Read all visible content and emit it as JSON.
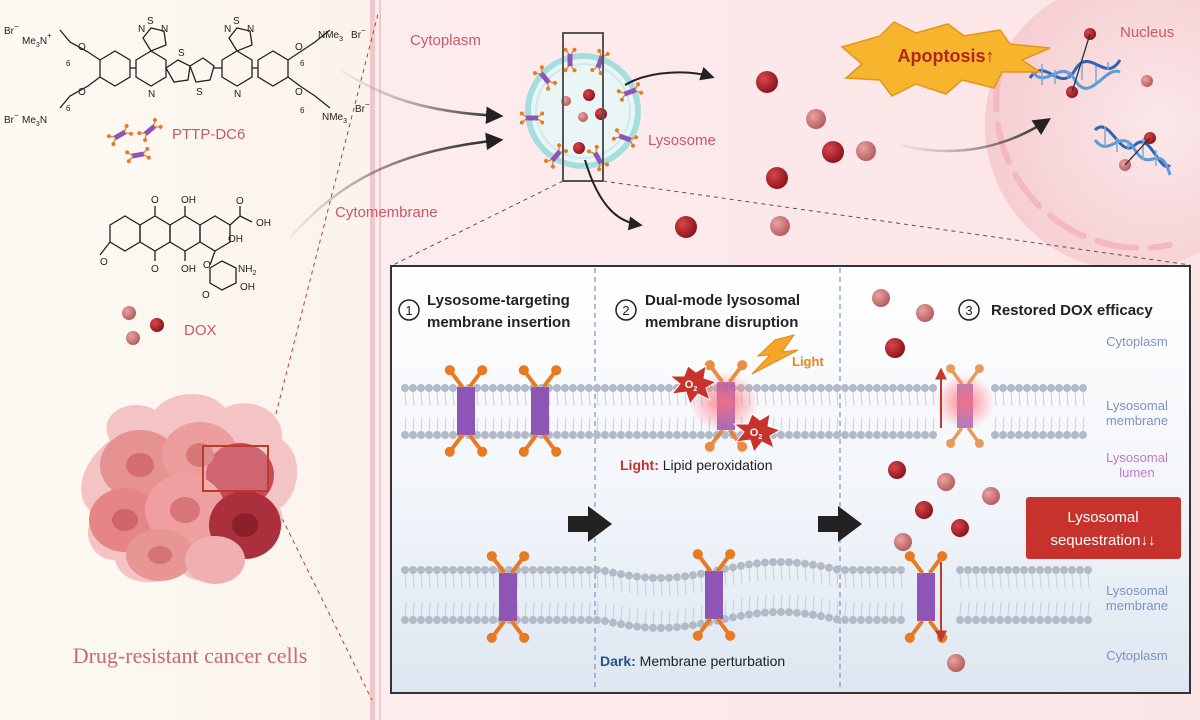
{
  "labels": {
    "cytoplasm": "Cytoplasm",
    "nucleus": "Nucleus",
    "apoptosis": "Apoptosis↑",
    "lysosome": "Lysosome",
    "cytomembrane": "Cytomembrane",
    "pttp": "PTTP-DC6",
    "dox": "DOX",
    "cells": "Drug-resistant cancer cells"
  },
  "panel": {
    "steps": [
      {
        "num": "1",
        "line1": "Lysosome-targeting",
        "line2": "membrane insertion"
      },
      {
        "num": "2",
        "line1": "Dual-mode lysosomal",
        "line2": "membrane disruption"
      },
      {
        "num": "3",
        "line1": "Restored DOX efficacy",
        "line2": ""
      }
    ],
    "light_word": "Light",
    "light_caption_key": "Light:",
    "light_caption_text": " Lipid peroxidation",
    "dark_caption_key": "Dark:",
    "dark_caption_text": " Membrane perturbation",
    "o2": "O",
    "o2_sub": "2",
    "sequestration_line1": "Lysosomal",
    "sequestration_line2": "sequestration↓↓",
    "side_labels": {
      "cytoplasm_top": "Cytoplasm",
      "lys_membrane_top_1": "Lysosomal",
      "lys_membrane_top_2": "membrane",
      "lys_lumen_1": "Lysosomal",
      "lys_lumen_2": "lumen",
      "lys_membrane_bot_1": "Lysosomal",
      "lys_membrane_bot_2": "membrane",
      "cytoplasm_bot": "Cytoplasm"
    }
  },
  "chem": {
    "br": "Br",
    "nme3": "NMe",
    "me3n": "Me",
    "three": "3",
    "n": "N",
    "s": "S",
    "o": "O",
    "six": "6",
    "oh": "OH",
    "nh2": "NH",
    "two": "2",
    "minus": "−",
    "plus": "+"
  },
  "colors": {
    "accent_red": "#c0392b",
    "label_pink": "#c85a64",
    "dox_dark": "#9e1b24",
    "dox_light": "#c86a6a",
    "pttp_purple": "#8e55b7",
    "pttp_orange": "#e87a22",
    "apoptosis_fill": "#f6b52c",
    "seq_box": "#c8322c",
    "side_blue": "#7b93c4",
    "side_pink": "#c07ac6"
  }
}
